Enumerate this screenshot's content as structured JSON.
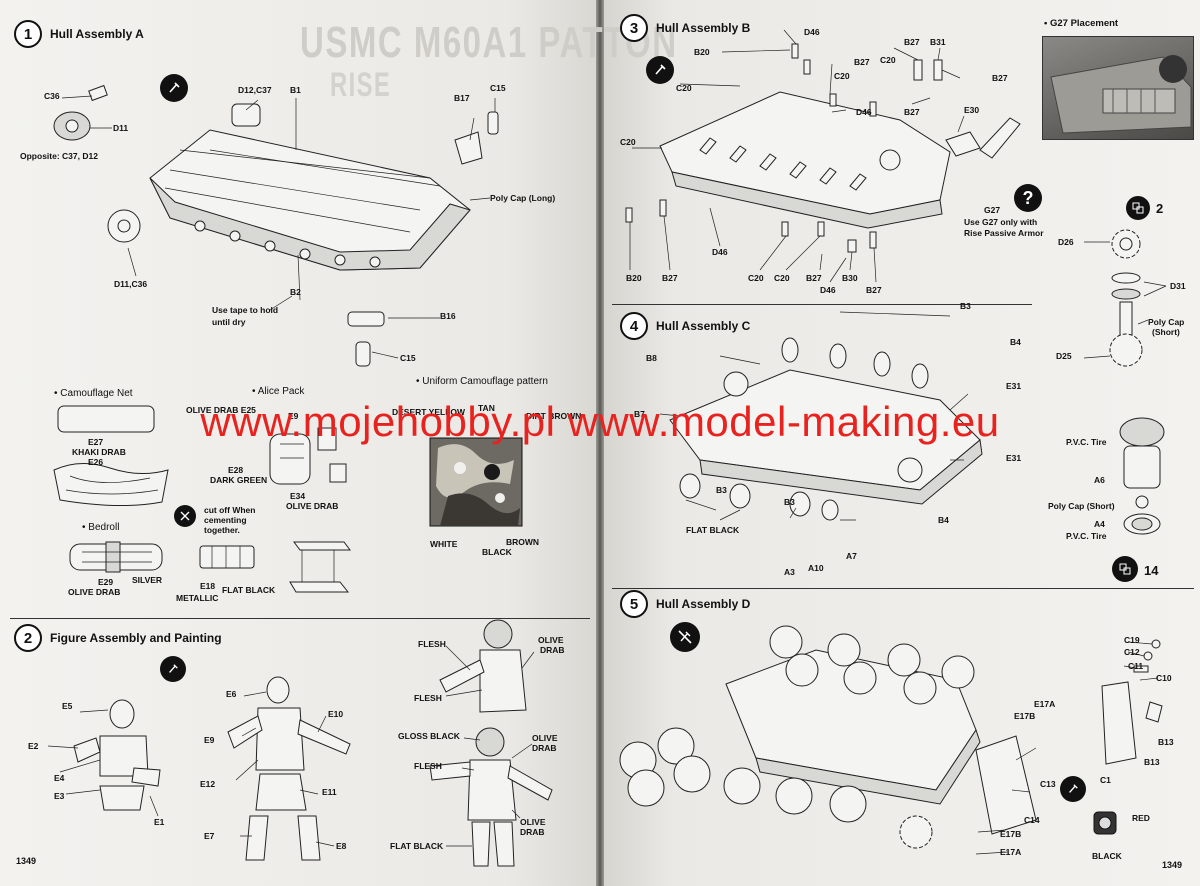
{
  "background_heading": {
    "line1": "USMC M60A1 PATTON",
    "line2": "RISE"
  },
  "watermark": "www.mojehobby.pl www.model-making.eu",
  "page_numbers": {
    "left": "1349",
    "right": "1349"
  },
  "step1": {
    "number": "1",
    "title": "Hull Assembly A",
    "labels": {
      "c36": "C36",
      "d11": "D11",
      "opposite": "Opposite: C37, D12",
      "d12c37": "D12,C37",
      "b1": "B1",
      "b17": "B17",
      "c15a": "C15",
      "polycap_long": "Poly Cap (Long)",
      "d11c36": "D11,C36",
      "b2": "B2",
      "tape": "Use tape to hold",
      "tape2": "until dry",
      "b16": "B16",
      "c15b": "C15"
    },
    "camo_net": {
      "title": "Camouflage Net",
      "e27": "E27",
      "khaki": "KHAKI DRAB",
      "e26": "E26"
    },
    "alice_pack": {
      "title": "Alice Pack",
      "olive_e25": "OLIVE DRAB E25",
      "e9": "E9",
      "e28": "E28",
      "dark_green": "DARK GREEN",
      "e34": "E34",
      "olive_drab": "OLIVE DRAB"
    },
    "camo_pattern": {
      "title": "Uniform Camouflage pattern",
      "desert_yellow": "DESERT YELLOW",
      "tan": "TAN",
      "dirt_brown": "DIRT BROWN",
      "white": "WHITE",
      "brown": "BROWN",
      "black": "BLACK"
    },
    "bedroll": {
      "title": "Bedroll",
      "e29": "E29",
      "olive_drab": "OLIVE DRAB",
      "silver": "SILVER"
    },
    "cut_note": {
      "line1": "cut off When",
      "line2": "cementing",
      "line3": "together."
    },
    "e18": {
      "label": "E18",
      "metallic": "METALLIC",
      "flat_black": "FLAT BLACK"
    }
  },
  "step2": {
    "number": "2",
    "title": "Figure Assembly and Painting",
    "labels": {
      "e5": "E5",
      "e2": "E2",
      "e4": "E4",
      "e3": "E3",
      "e1": "E1",
      "e6": "E6",
      "e9": "E9",
      "e10": "E10",
      "e12": "E12",
      "e11": "E11",
      "e7": "E7",
      "e8": "E8"
    },
    "paints": {
      "flesh1": "FLESH",
      "olive1": "OLIVE",
      "drab1": "DRAB",
      "flesh2": "FLESH",
      "gloss_black": "GLOSS BLACK",
      "olive2": "OLIVE",
      "drab2": "DRAB",
      "flesh3": "FLESH",
      "olive3": "OLIVE",
      "drab3": "DRAB",
      "flat_black": "FLAT BLACK"
    }
  },
  "step3": {
    "number": "3",
    "title": "Hull Assembly B",
    "labels": {
      "d46a": "D46",
      "b20a": "B20",
      "b27a": "B27",
      "b27b": "B27",
      "b31": "B31",
      "c20a": "C20",
      "c20b": "C20",
      "c20c": "C20",
      "b27c": "B27",
      "d46b": "D46",
      "b27d": "B27",
      "c20d": "C20",
      "e30": "E30",
      "g27": "G27",
      "g27_note1": "Use G27 only with",
      "g27_note2": "Rise Passive Armor",
      "d46c": "D46",
      "b20b": "B20",
      "b27e": "B27",
      "c20e": "C20",
      "c20f": "C20",
      "b27f": "B27",
      "b30": "B30",
      "d46d": "D46",
      "b27g": "B27"
    },
    "g27_placement": "G27 Placement",
    "help_icon": "?"
  },
  "step4": {
    "number": "4",
    "title": "Hull Assembly C",
    "labels": {
      "b3a": "B3",
      "b4a": "B4",
      "b8": "B8",
      "e31a": "E31",
      "b7": "B7",
      "e31b": "E31",
      "b3b": "B3",
      "b3c": "B3",
      "flat_black": "FLAT BLACK",
      "b4b": "B4",
      "a7": "A7",
      "a10": "A10",
      "a3": "A3"
    }
  },
  "sprocket": {
    "count_badge": "2",
    "d26": "D26",
    "d31": "D31",
    "polycap_short": "Poly Cap",
    "short": "(Short)",
    "d25": "D25"
  },
  "wheel": {
    "pvc_tire1": "P.V.C. Tire",
    "a6": "A6",
    "polycap_short": "Poly Cap (Short)",
    "a4": "A4",
    "pvc_tire2": "P.V.C. Tire",
    "count_badge": "14"
  },
  "step5": {
    "number": "5",
    "title": "Hull Assembly D",
    "labels": {
      "c19": "C19",
      "c12": "C12",
      "c11": "C11",
      "c10": "C10",
      "e17a1": "E17A",
      "e17b1": "E17B",
      "b13a": "B13",
      "b13b": "B13",
      "c1": "C1",
      "c13": "C13",
      "c14": "C14",
      "e17b2": "E17B",
      "e17a2": "E17A",
      "red": "RED",
      "black": "BLACK"
    }
  },
  "colors": {
    "watermark": "#e8231f",
    "ink": "#111111",
    "paper": "#eceae6"
  }
}
